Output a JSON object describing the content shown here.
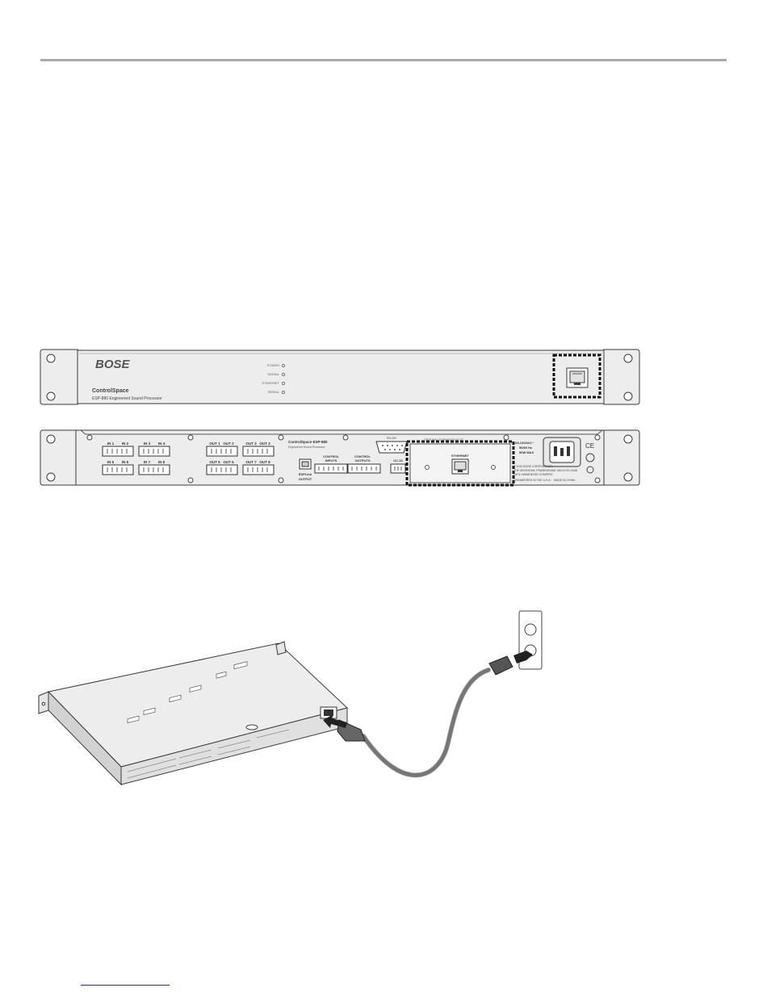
{
  "brand": "BOSE",
  "front_panel": {
    "product_name": "ControlSpace",
    "product_model": "ESP-880 Engineered Sound Processor",
    "leds": [
      "POWER",
      "SIGNAL",
      "ETHERNET",
      "SERIAL"
    ]
  },
  "rear_panel": {
    "input_labels": [
      "IN 1",
      "IN 2",
      "IN 3",
      "IN 4",
      "IN 5",
      "IN 6",
      "IN 7",
      "IN 8"
    ],
    "output_labels": [
      "OUT 1",
      "OUT 2",
      "OUT 3",
      "OUT 4",
      "OUT 5",
      "OUT 6",
      "OUT 7",
      "OUT 8"
    ],
    "header": "ControlSpace ESP-880",
    "header_sub": "Engineered Sound Processor",
    "serial_label": "RS-232",
    "esplink_label": "ESPLink",
    "esplink_sub": "OUTPUT",
    "control_inputs_label": "CONTROL",
    "control_inputs_sub": "INPUTS",
    "control_outputs_label": "CONTROL",
    "control_outputs_sub": "OUTPUTS",
    "cc16_label": "CC-16",
    "expansion_label": "OPTIONAL EXPANSION SLOT",
    "ethernet_label": "ETHERNET",
    "power_rating_1": "100-240VAC~",
    "power_rating_2": "50/60 Hz",
    "power_rating_3": "50W MAX",
    "legal_1": "© 2010 BOSE CORPORATION",
    "legal_2": "THE MOUNTAIN, FRAMINGHAM, MA 01701-9168",
    "legal_3": "INFO: WWW.BOSE.COM/PRO",
    "legal_4": "ENGINEERED IN THE U.S.A.",
    "legal_5": "MADE IN CHINA",
    "ce_mark": "CE"
  },
  "colors": {
    "panel_fill": "#ededed",
    "outline": "#3a3a3a",
    "rule": "#a9a9a9",
    "cable": "#8a8a8a",
    "arrow": "#222222",
    "footnote_rule": "#2a2ad0"
  }
}
